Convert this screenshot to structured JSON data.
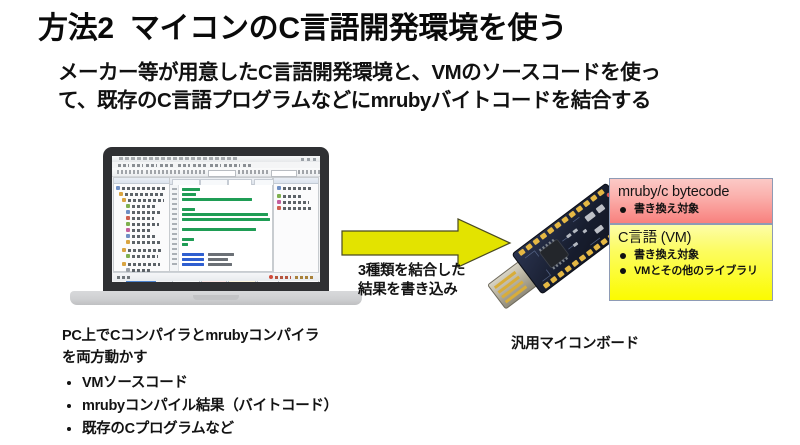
{
  "slide": {
    "title": "方法2  マイコンのC言語開発環境を使う",
    "subtitle_line1": "メーカー等が用意したC言語開発環境と、VMのソースコードを使っ",
    "subtitle_line2": "て、既存のC言語プログラムなどにmrubyバイトコードを結合する"
  },
  "laptop": {
    "caption_line1": "PC上でCコンパイラとmrubyコンパイラ",
    "caption_line2": "を両方動かす",
    "bullets": [
      "VMソースコード",
      "mrubyコンパイル結果（バイトコード）",
      "既存のCプログラムなど"
    ],
    "screen_alt": "C言語統合開発環境（IDE）のスクリーンショット"
  },
  "arrow": {
    "icon": "right-arrow-icon",
    "color": "#e3e300",
    "outline": "#3f3f1a",
    "caption_line1": "3種類を結合した",
    "caption_line2": "結果を書き込み"
  },
  "board": {
    "icon": "microcontroller-board-icon",
    "caption": "汎用マイコンボード",
    "pcb_color": "#1b2235",
    "pad_color": "#e0b23c"
  },
  "callouts": [
    {
      "id": "mruby-bytecode",
      "title": "mruby/c bytecode",
      "fill_top": "#fbc9c6",
      "fill_bottom": "#f8817e",
      "border": "#8e9bb5",
      "items": [
        "書き換え対象"
      ]
    },
    {
      "id": "c-language-vm",
      "title": "C言語 (VM)",
      "fill_top": "#fdfda8",
      "fill_bottom": "#fbfb00",
      "border": "#8e9bb5",
      "items": [
        "書き換え対象",
        "VMとその他のライブラリ"
      ]
    }
  ]
}
